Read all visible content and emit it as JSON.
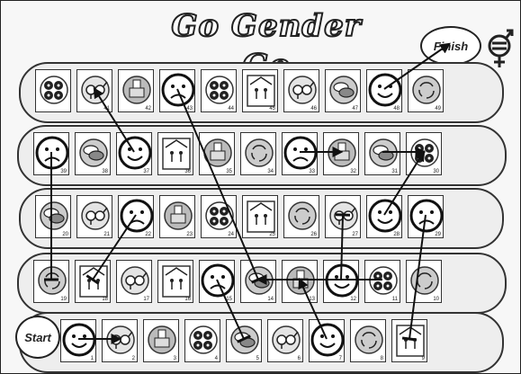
{
  "title": "Go Gender Go",
  "finish_label": "Finish",
  "start_label": "Start",
  "squares": [
    {
      "n": "",
      "icon": "gears",
      "row": 0,
      "col": 0
    },
    {
      "n": "41",
      "icon": "gender-symbols",
      "row": 0,
      "col": 1
    },
    {
      "n": "42",
      "icon": "podium",
      "row": 0,
      "col": 2
    },
    {
      "n": "43",
      "icon": "sad-face",
      "row": 0,
      "col": 3
    },
    {
      "n": "44",
      "icon": "gears",
      "row": 0,
      "col": 4
    },
    {
      "n": "45",
      "icon": "family",
      "row": 0,
      "col": 5
    },
    {
      "n": "46",
      "icon": "gender-symbols",
      "row": 0,
      "col": 6
    },
    {
      "n": "47",
      "icon": "speech",
      "row": 0,
      "col": 7
    },
    {
      "n": "48",
      "icon": "happy-face",
      "row": 0,
      "col": 8
    },
    {
      "n": "49",
      "icon": "recycle",
      "row": 0,
      "col": 9
    },
    {
      "n": "39",
      "icon": "sad-face",
      "row": 1,
      "col": 0
    },
    {
      "n": "38",
      "icon": "speech",
      "row": 1,
      "col": 1
    },
    {
      "n": "37",
      "icon": "happy-face",
      "row": 1,
      "col": 2
    },
    {
      "n": "36",
      "icon": "family",
      "row": 1,
      "col": 3
    },
    {
      "n": "35",
      "icon": "podium",
      "row": 1,
      "col": 4
    },
    {
      "n": "34",
      "icon": "recycle",
      "row": 1,
      "col": 5
    },
    {
      "n": "33",
      "icon": "sad-face",
      "row": 1,
      "col": 6
    },
    {
      "n": "32",
      "icon": "podium",
      "row": 1,
      "col": 7
    },
    {
      "n": "31",
      "icon": "speech",
      "row": 1,
      "col": 8
    },
    {
      "n": "30",
      "icon": "gears",
      "row": 1,
      "col": 9
    },
    {
      "n": "20",
      "icon": "speech",
      "row": 2,
      "col": 0
    },
    {
      "n": "21",
      "icon": "gender-symbols",
      "row": 2,
      "col": 1
    },
    {
      "n": "22",
      "icon": "sad-face",
      "row": 2,
      "col": 2
    },
    {
      "n": "23",
      "icon": "podium",
      "row": 2,
      "col": 3
    },
    {
      "n": "24",
      "icon": "gears",
      "row": 2,
      "col": 4
    },
    {
      "n": "25",
      "icon": "family",
      "row": 2,
      "col": 5
    },
    {
      "n": "26",
      "icon": "recycle",
      "row": 2,
      "col": 6
    },
    {
      "n": "27",
      "icon": "gender-symbols",
      "row": 2,
      "col": 7
    },
    {
      "n": "28",
      "icon": "happy-face",
      "row": 2,
      "col": 8
    },
    {
      "n": "29",
      "icon": "sad-face",
      "row": 2,
      "col": 9
    },
    {
      "n": "19",
      "icon": "recycle",
      "row": 3,
      "col": 0
    },
    {
      "n": "18",
      "icon": "family",
      "row": 3,
      "col": 1
    },
    {
      "n": "17",
      "icon": "gender-symbols",
      "row": 3,
      "col": 2
    },
    {
      "n": "16",
      "icon": "family",
      "row": 3,
      "col": 3
    },
    {
      "n": "15",
      "icon": "sad-face",
      "row": 3,
      "col": 4
    },
    {
      "n": "14",
      "icon": "speech",
      "row": 3,
      "col": 5
    },
    {
      "n": "13",
      "icon": "podium",
      "row": 3,
      "col": 6
    },
    {
      "n": "12",
      "icon": "happy-face",
      "row": 3,
      "col": 7
    },
    {
      "n": "11",
      "icon": "gears",
      "row": 3,
      "col": 8
    },
    {
      "n": "10",
      "icon": "recycle",
      "row": 3,
      "col": 9
    },
    {
      "n": "1",
      "icon": "happy-face",
      "row": 4,
      "col": 0
    },
    {
      "n": "2",
      "icon": "gender-symbols",
      "row": 4,
      "col": 1
    },
    {
      "n": "3",
      "icon": "podium",
      "row": 4,
      "col": 2
    },
    {
      "n": "4",
      "icon": "gears",
      "row": 4,
      "col": 3
    },
    {
      "n": "5",
      "icon": "speech",
      "row": 4,
      "col": 4
    },
    {
      "n": "6",
      "icon": "gender-symbols",
      "row": 4,
      "col": 5
    },
    {
      "n": "7",
      "icon": "happy-face",
      "row": 4,
      "col": 6
    },
    {
      "n": "8",
      "icon": "recycle",
      "row": 4,
      "col": 7
    },
    {
      "n": "9",
      "icon": "family",
      "row": 4,
      "col": 8
    }
  ],
  "links": [
    {
      "from": "48",
      "to": "Finish",
      "kind": "ladder"
    },
    {
      "from": "37",
      "to": "41",
      "kind": "ladder"
    },
    {
      "from": "33",
      "to": "32",
      "kind": "ladder"
    },
    {
      "from": "31",
      "to": "30",
      "kind": "ladder"
    },
    {
      "from": "22",
      "to": "18",
      "kind": "snake"
    },
    {
      "from": "28",
      "to": "30",
      "kind": "ladder"
    },
    {
      "from": "29",
      "to": "9",
      "kind": "snake"
    },
    {
      "from": "39",
      "to": "19",
      "kind": "snake"
    },
    {
      "from": "43",
      "to": "14",
      "kind": "snake"
    },
    {
      "from": "12",
      "to": "27",
      "kind": "snake"
    },
    {
      "from": "15",
      "to": "5",
      "kind": "snake"
    },
    {
      "from": "1",
      "to": "2",
      "kind": "ladder"
    },
    {
      "from": "7",
      "to": "13",
      "kind": "ladder"
    },
    {
      "from": "11",
      "to": "14",
      "kind": "ladder"
    }
  ]
}
